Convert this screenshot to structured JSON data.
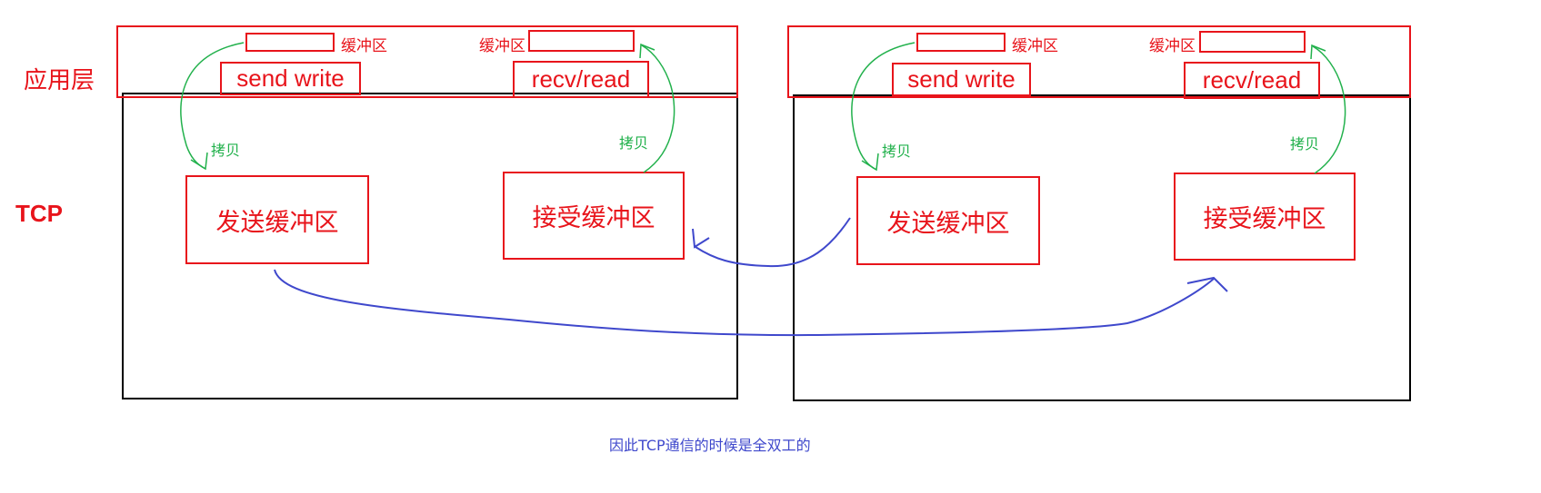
{
  "layers": {
    "app": "应用层",
    "tcp": "TCP"
  },
  "hosts": [
    {
      "send_buf_small": "缓冲区",
      "recv_buf_small": "缓冲区",
      "send_api": "send write",
      "recv_api": "recv/read",
      "copy_left": "拷贝",
      "copy_right": "拷贝",
      "send_buffer": "发送缓冲区",
      "recv_buffer": "接受缓冲区"
    },
    {
      "send_buf_small": "缓冲区",
      "recv_buf_small": "缓冲区",
      "send_api": "send write",
      "recv_api": "recv/read",
      "copy_left": "拷贝",
      "copy_right": "拷贝",
      "send_buffer": "发送缓冲区",
      "recv_buffer": "接受缓冲区"
    }
  ],
  "caption": "因此TCP通信的时候是全双工的",
  "colors": {
    "red": "#e8141b",
    "green": "#22b14c",
    "blue": "#3f48cc",
    "black": "#000000"
  }
}
